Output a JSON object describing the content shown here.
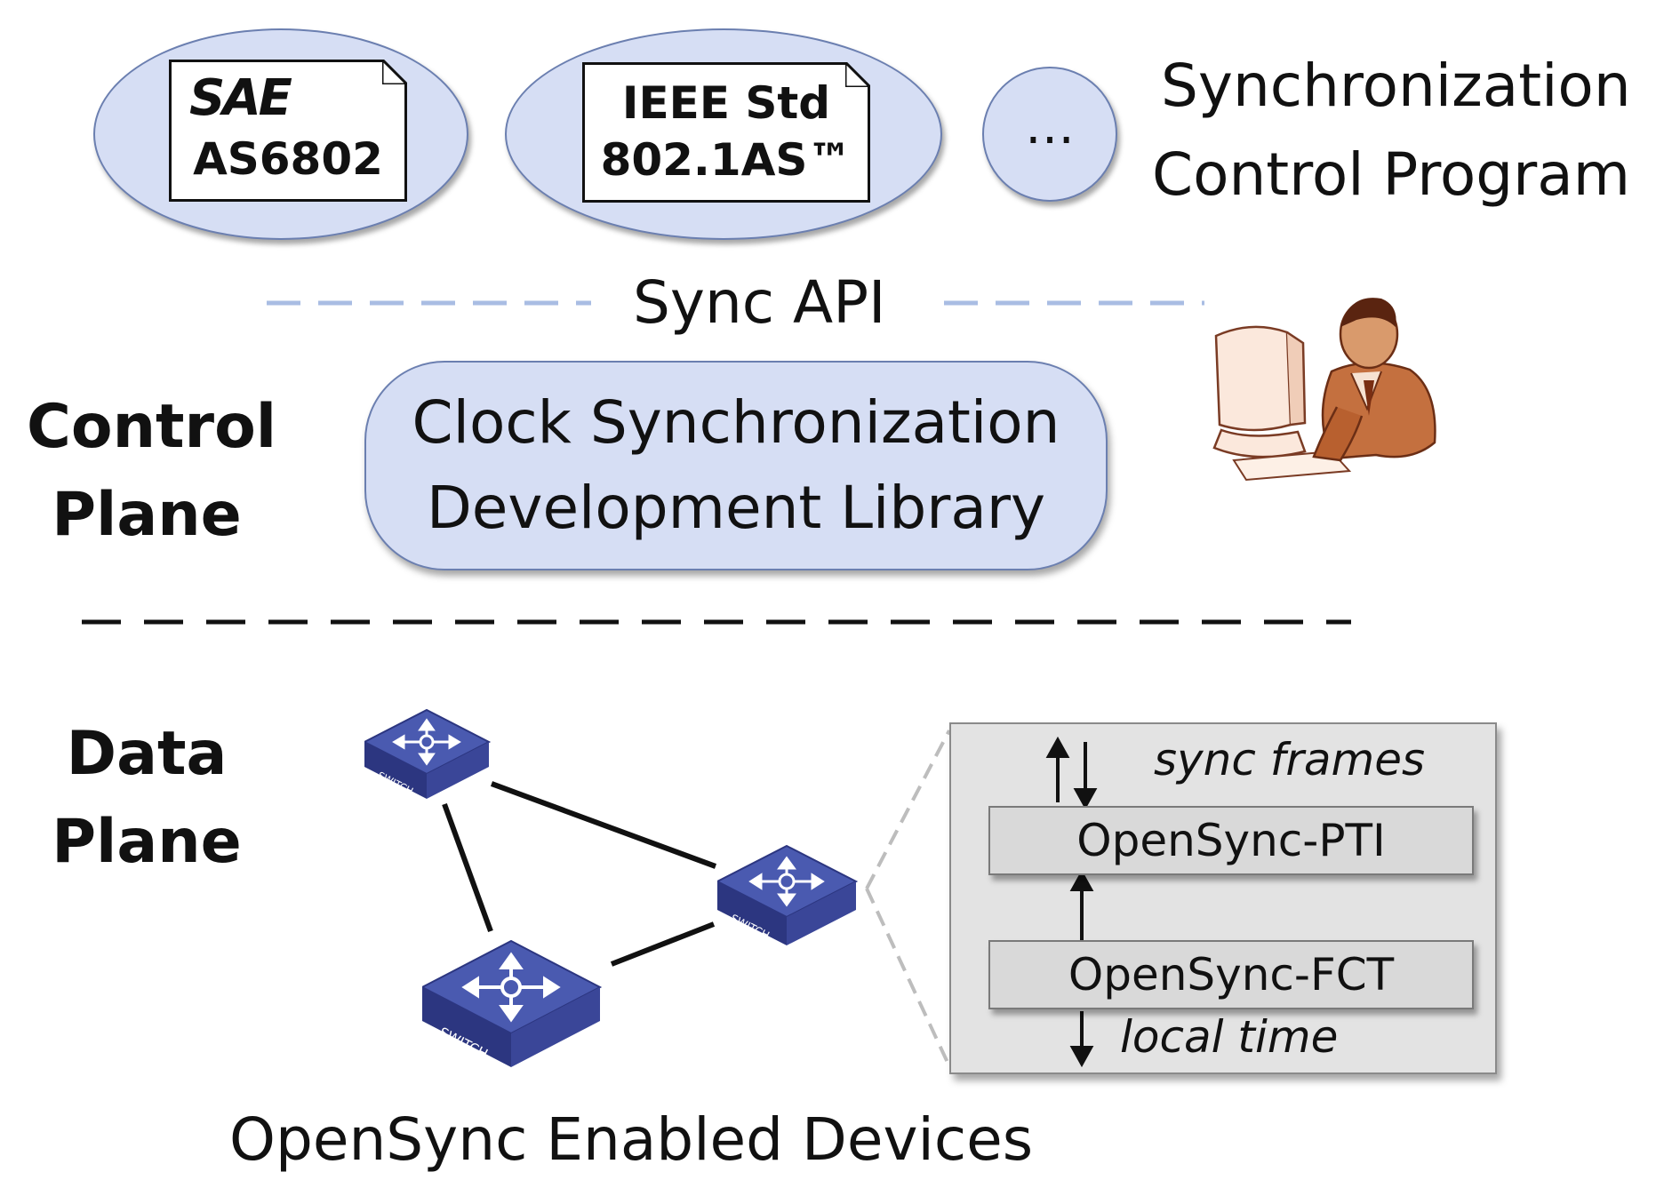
{
  "standards": {
    "sae": {
      "logo": "SAE",
      "label": "AS6802"
    },
    "ieee": {
      "line1": "IEEE Std",
      "line2": "802.1AS™"
    },
    "more": "…"
  },
  "sync_program": {
    "line1": "Synchronization",
    "line2": "Control Program"
  },
  "sync_api": "Sync API",
  "control_plane": {
    "line1": "Control",
    "line2": "Plane"
  },
  "library": {
    "line1": "Clock Synchronization",
    "line2": "Development Library"
  },
  "data_plane": {
    "line1": "Data",
    "line2": "Plane"
  },
  "switch_label": "SWITCH",
  "detail": {
    "sync_frames": "sync frames",
    "pti": "OpenSync-PTI",
    "fct": "OpenSync-FCT",
    "local_time": "local time"
  },
  "devices_caption": "OpenSync Enabled Devices",
  "colors": {
    "bubble_fill": "#d6def4",
    "bubble_border": "#6b7fb0",
    "api_dash": "#a9bde3",
    "switch_top": "#4a5ab0",
    "switch_side": "#2c3680",
    "panel_fill": "#e3e3e3",
    "module_fill": "#d9d9d9"
  },
  "icons": [
    "document-icon",
    "developer-at-computer-icon",
    "network-switch-icon",
    "arrow-up-icon",
    "arrow-down-icon"
  ]
}
